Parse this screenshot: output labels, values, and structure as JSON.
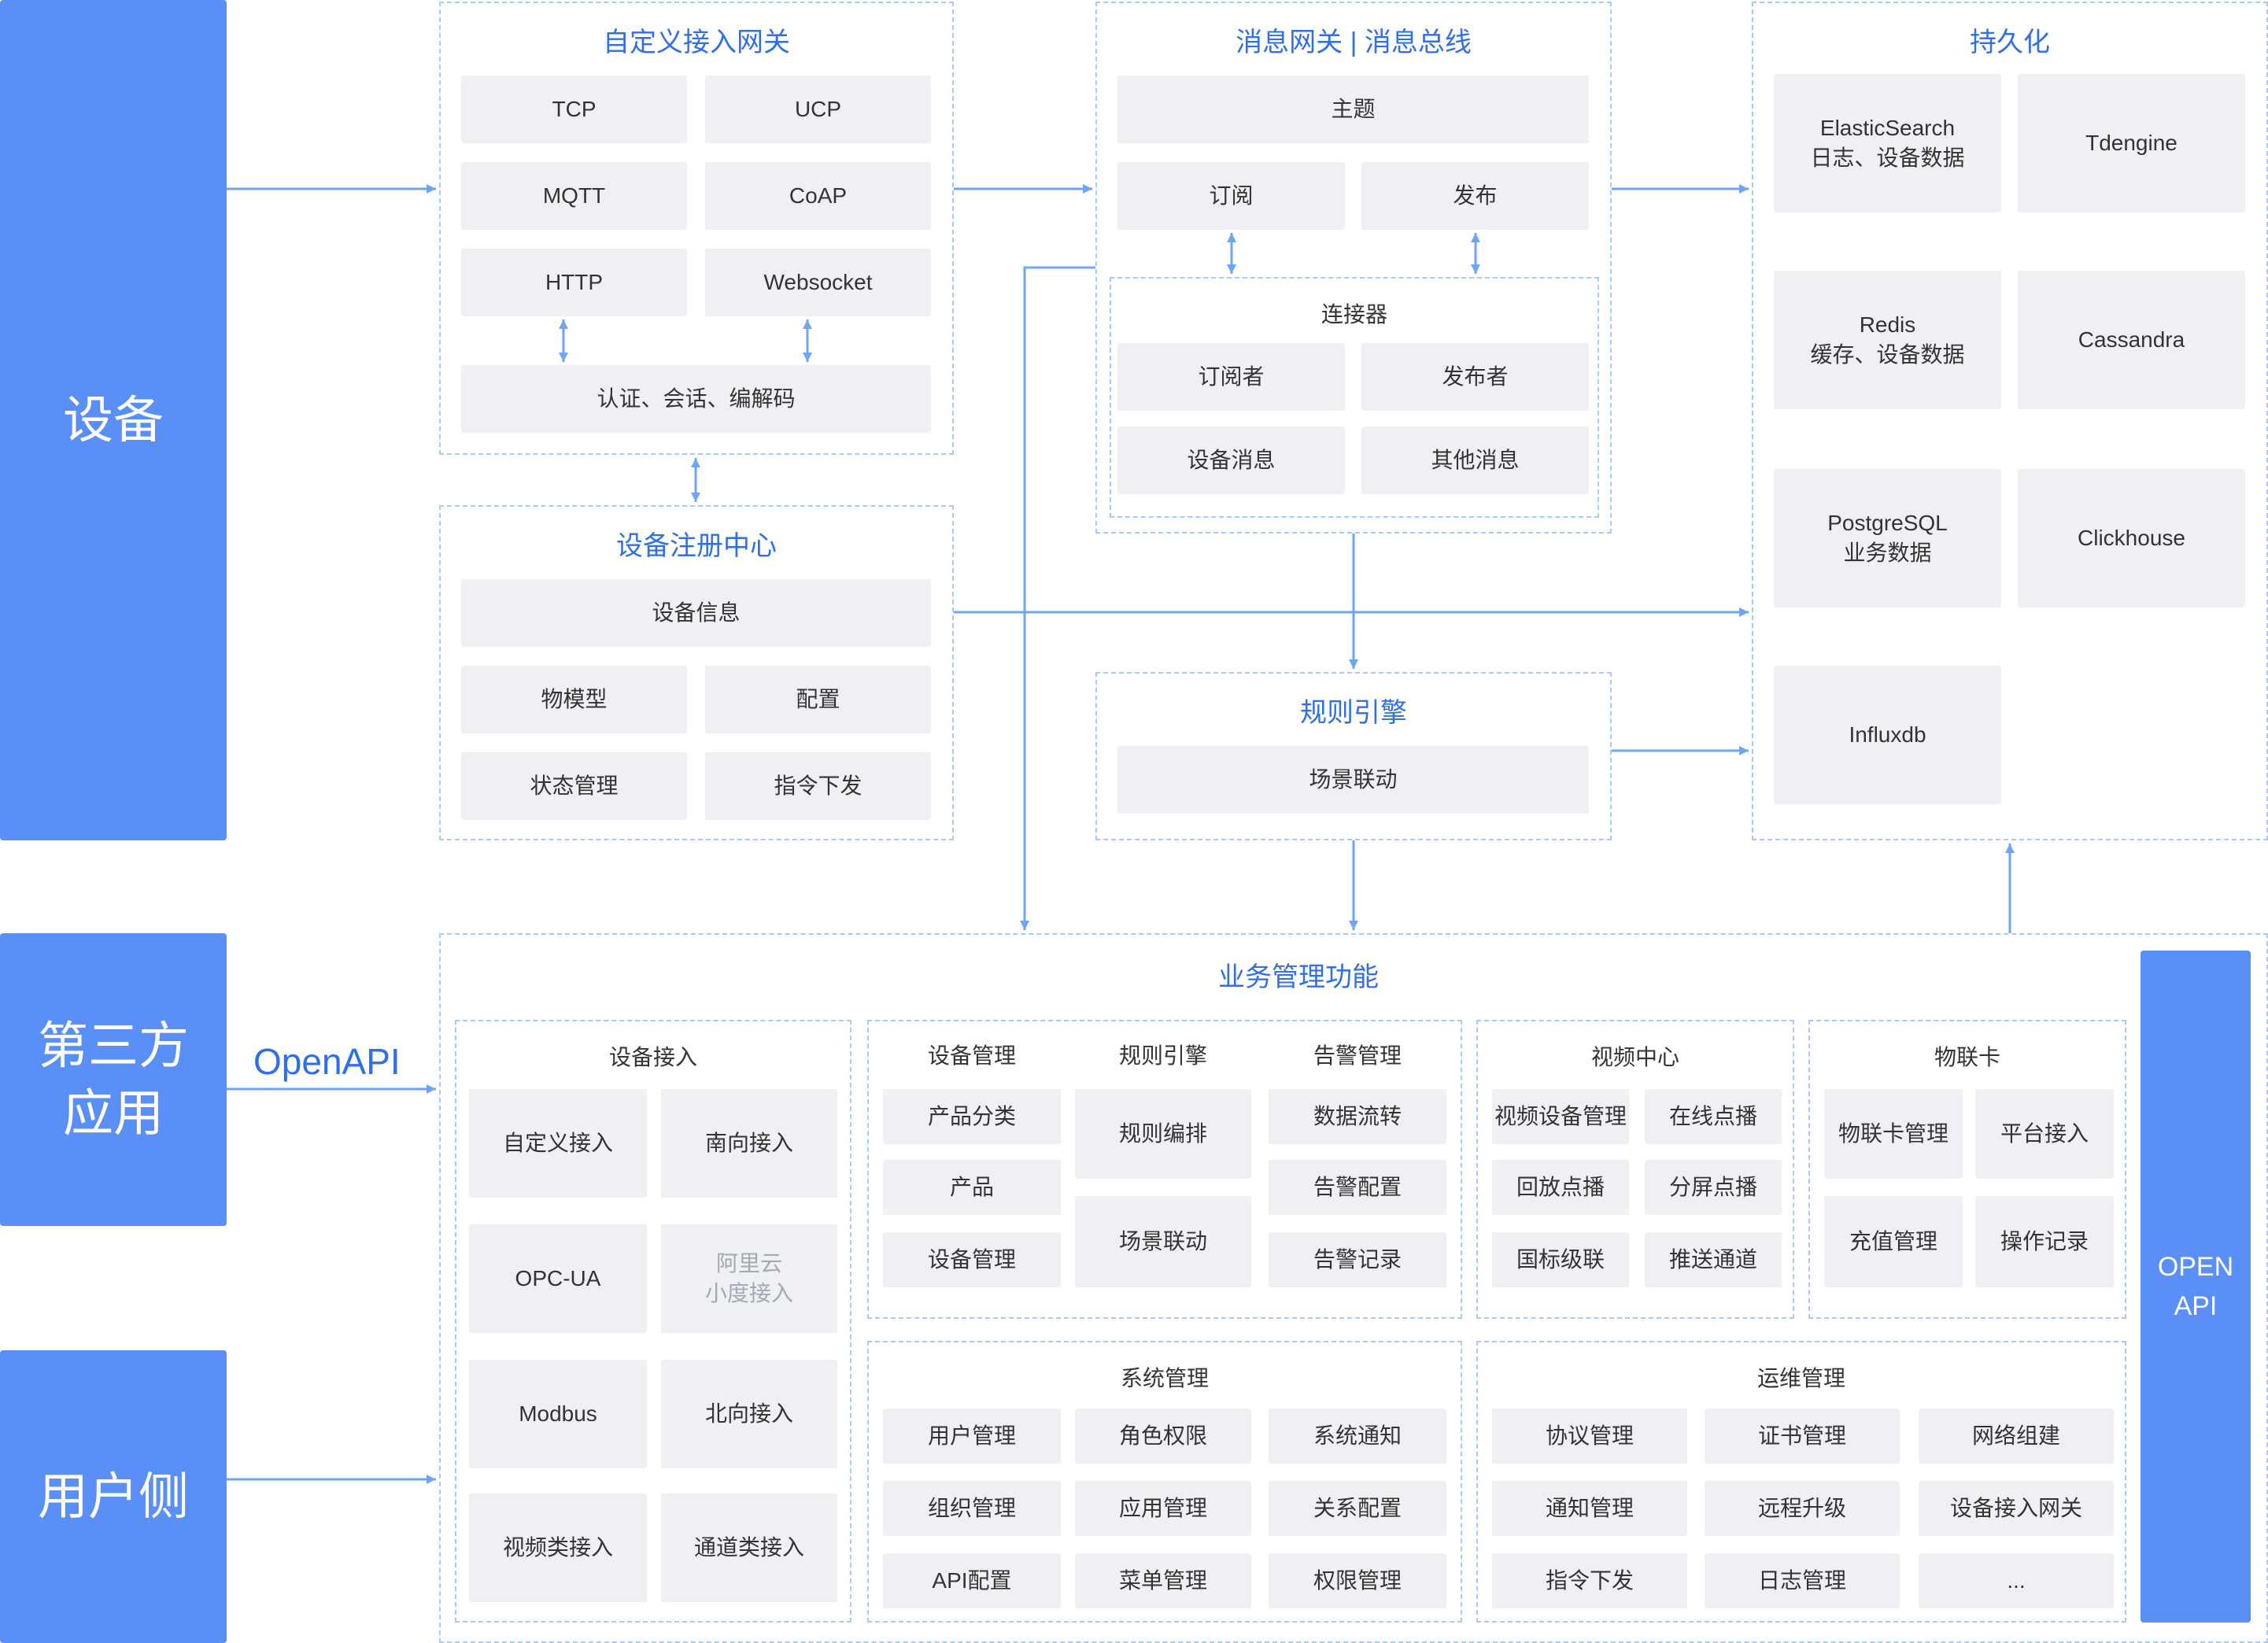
{
  "sides": {
    "device": "设备",
    "third_party": "第三方\n应用",
    "user_side": "用户侧"
  },
  "openapi_label": "OpenAPI",
  "gateway": {
    "title": "自定义接入网关",
    "tcp": "TCP",
    "ucp": "UCP",
    "mqtt": "MQTT",
    "coap": "CoAP",
    "http": "HTTP",
    "websocket": "Websocket",
    "auth": "认证、会话、编解码"
  },
  "registry": {
    "title": "设备注册中心",
    "device_info": "设备信息",
    "thing_model": "物模型",
    "config": "配置",
    "state_mgmt": "状态管理",
    "command": "指令下发"
  },
  "msgbus": {
    "title": "消息网关 | 消息总线",
    "topic": "主题",
    "subscribe": "订阅",
    "publish": "发布",
    "connector": {
      "title": "连接器",
      "subscriber": "订阅者",
      "publisher": "发布者",
      "device_msg": "设备消息",
      "other_msg": "其他消息"
    }
  },
  "rule_engine": {
    "title": "规则引擎",
    "scene": "场景联动"
  },
  "persistence": {
    "title": "持久化",
    "es": "ElasticSearch\n日志、设备数据",
    "tdengine": "Tdengine",
    "redis": "Redis\n缓存、设备数据",
    "cassandra": "Cassandra",
    "pg": "PostgreSQL\n业务数据",
    "clickhouse": "Clickhouse",
    "influx": "Influxdb"
  },
  "business": {
    "title": "业务管理功能",
    "access": {
      "title": "设备接入",
      "custom": "自定义接入",
      "south": "南向接入",
      "opcua": "OPC-UA",
      "aliyun": "阿里云\n小度接入",
      "modbus": "Modbus",
      "north": "北向接入",
      "video": "视频类接入",
      "channel": "通道类接入"
    },
    "dev_mgmt": {
      "title": "设备管理",
      "product_cat": "产品分类",
      "product": "产品",
      "device": "设备管理"
    },
    "rules": {
      "title": "规则引擎",
      "orchestration": "规则编排",
      "scene": "场景联动"
    },
    "alarm": {
      "title": "告警管理",
      "data_flow": "数据流转",
      "config": "告警配置",
      "records": "告警记录"
    },
    "video": {
      "title": "视频中心",
      "device": "视频设备管理",
      "live": "在线点播",
      "playback": "回放点播",
      "split": "分屏点播",
      "gb": "国标级联",
      "push": "推送通道"
    },
    "iot_card": {
      "title": "物联卡",
      "mgmt": "物联卡管理",
      "platform": "平台接入",
      "recharge": "充值管理",
      "oplog": "操作记录"
    },
    "system": {
      "title": "系统管理",
      "user": "用户管理",
      "role": "角色权限",
      "notice": "系统通知",
      "org": "组织管理",
      "app": "应用管理",
      "relation": "关系配置",
      "api": "API配置",
      "menu": "菜单管理",
      "perm": "权限管理"
    },
    "ops": {
      "title": "运维管理",
      "protocol": "协议管理",
      "cert": "证书管理",
      "network": "网络组建",
      "notify": "通知管理",
      "ota": "远程升级",
      "gateway": "设备接入网关",
      "command": "指令下发",
      "logs": "日志管理",
      "more": "..."
    },
    "open_api": "OPEN\nAPI"
  }
}
